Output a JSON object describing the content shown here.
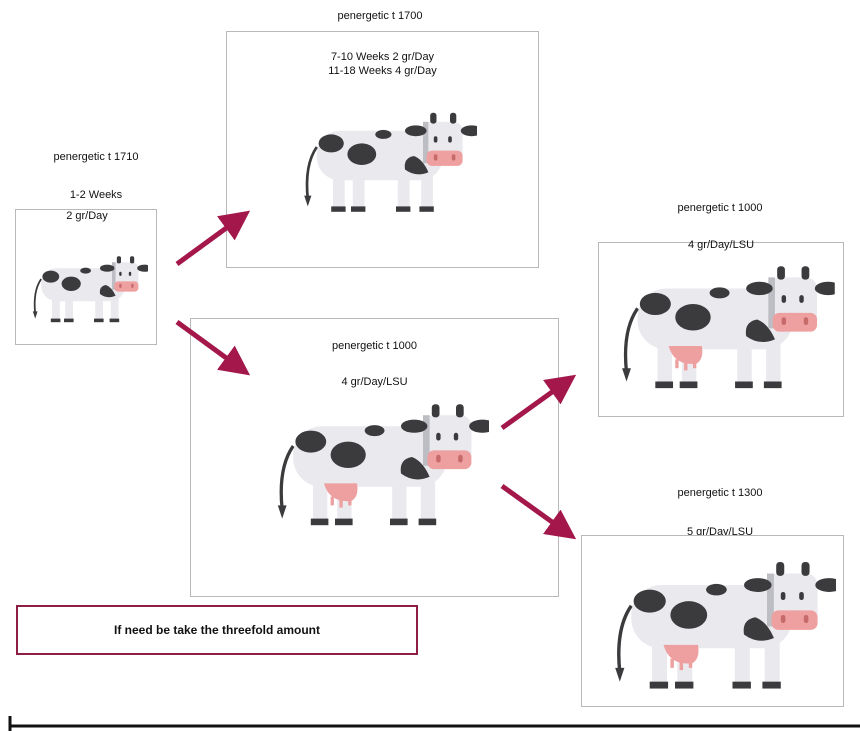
{
  "stage1": {
    "title": "penergetic t 1710",
    "line1": "1-2 Weeks",
    "line2": "2 gr/Day"
  },
  "stage2": {
    "title": "penergetic t 1700",
    "line1": "7-10 Weeks 2 gr/Day",
    "line2": "11-18 Weeks 4 gr/Day"
  },
  "stage3": {
    "title": "penergetic t 1000",
    "line1": "4 gr/Day/LSU"
  },
  "stage4": {
    "title": "penergetic t 1000",
    "line1": "4 gr/Day/LSU"
  },
  "stage5": {
    "title": "penergetic t 1300",
    "line1": "5 gr/Day/LSU"
  },
  "note": {
    "text": "If need be  take the threefold amount"
  },
  "colors": {
    "arrow": "#a3174a",
    "note_border": "#8e1e45",
    "cow_body": "#e9e9ee",
    "cow_spot": "#3b3b3e",
    "cow_nose": "#ee9f9f"
  }
}
